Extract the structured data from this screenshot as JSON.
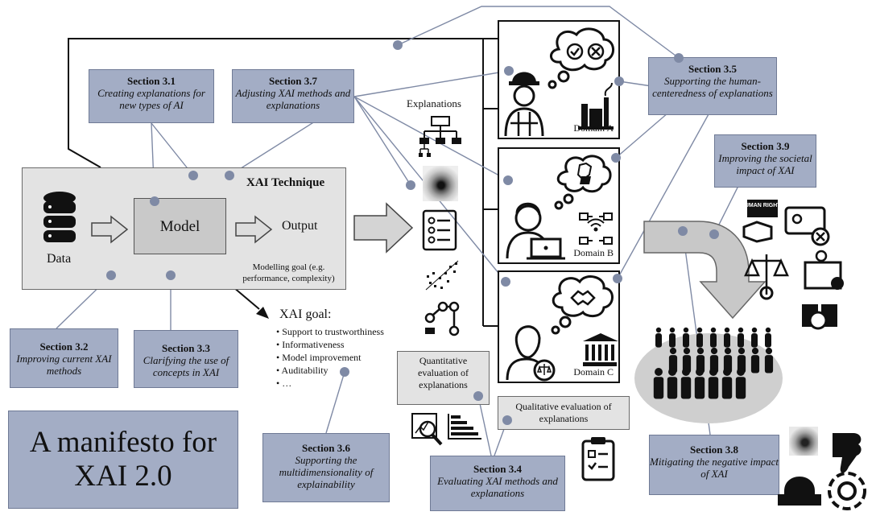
{
  "technique": {
    "title": "XAI Technique",
    "data_label": "Data",
    "model_label": "Model",
    "output_label": "Output",
    "modelling_goal": "Modelling goal (e.g. performance, complexity)"
  },
  "explanations_label": "Explanations",
  "domains": [
    "Domain A",
    "Domain B",
    "Domain C"
  ],
  "xai_goal": {
    "title": "XAI goal:",
    "items": [
      "Support to trustworthiness",
      "Informativeness",
      "Model improvement",
      "Auditability",
      "…"
    ]
  },
  "sections": {
    "s31": {
      "title": "Section 3.1",
      "subtitle": "Creating explanations for new types of AI"
    },
    "s32": {
      "title": "Section 3.2",
      "subtitle": "Improving current XAI methods"
    },
    "s33": {
      "title": "Section 3.3",
      "subtitle": "Clarifying the use of concepts in XAI"
    },
    "s34": {
      "title": "Section 3.4",
      "subtitle": "Evaluating XAI methods and explanations"
    },
    "s35": {
      "title": "Section 3.5",
      "subtitle": "Supporting the human-centeredness of explanations"
    },
    "s36": {
      "title": "Section 3.6",
      "subtitle": "Supporting the multidimensionality of explainability"
    },
    "s37": {
      "title": "Section 3.7",
      "subtitle": "Adjusting XAI methods and explanations"
    },
    "s38": {
      "title": "Section 3.8",
      "subtitle": "Mitigating the negative impact of XAI"
    },
    "s39": {
      "title": "Section 3.9",
      "subtitle": "Improving the societal impact of XAI"
    }
  },
  "quantitative_eval": "Quantitative evaluation of explanations",
  "qualitative_eval": "Qualitative evaluation of explanations",
  "manifesto": "A manifesto for XAI 2.0",
  "badge_text": "HUMAN RIGHTS",
  "colors": {
    "section_fill": "#a3adc5",
    "connector": "#7f8aa5",
    "box_gray": "#e3e3e3"
  }
}
